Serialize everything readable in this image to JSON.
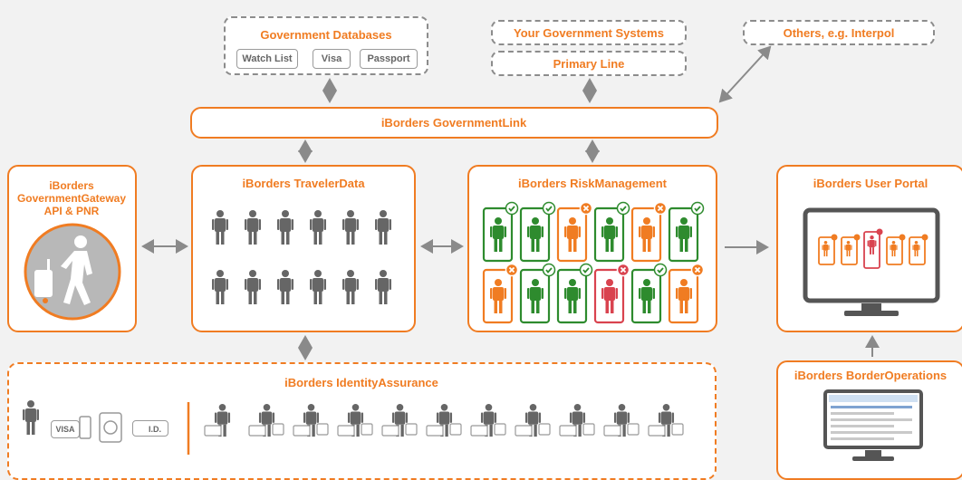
{
  "colors": {
    "accent": "#f07c22",
    "ok": "#2e8b2e",
    "risk": "#d9434f",
    "person": "#666666",
    "dash": "#8c8c8c"
  },
  "top": {
    "gov_db": {
      "title": "Government Databases",
      "chips": [
        "Watch List",
        "Visa",
        "Passport"
      ]
    },
    "your_systems": "Your Government Systems",
    "primary_line": "Primary Line",
    "others": "Others, e.g. Interpol"
  },
  "gov_link": "iBorders GovernmentLink",
  "gateway": {
    "lines": [
      "iBorders",
      "GovernmentGateway",
      "API & PNR"
    ]
  },
  "traveler_data": {
    "title": "iBorders TravelerData"
  },
  "risk": {
    "title": "iBorders RiskManagement",
    "row1": [
      "ok",
      "ok",
      "alert",
      "ok",
      "alert",
      "ok"
    ],
    "row2": [
      "alert",
      "ok",
      "ok",
      "risk",
      "ok",
      "alert"
    ]
  },
  "user_portal": {
    "title": "iBorders User Portal",
    "screen": [
      "alert",
      "alert",
      "risk",
      "alert",
      "alert"
    ]
  },
  "identity": {
    "title": "iBorders IdentityAssurance",
    "docs": [
      "VISA",
      "I.D."
    ]
  },
  "border_ops": {
    "title": "iBorders BorderOperations"
  }
}
